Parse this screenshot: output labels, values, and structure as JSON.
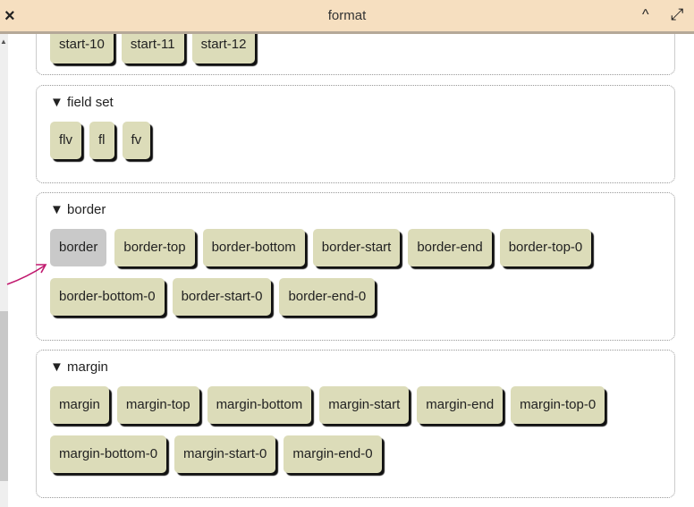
{
  "window": {
    "title": "format",
    "close_icon": "×",
    "collapse_icon": "^",
    "maximize_icon": "⤢"
  },
  "sections": [
    {
      "buttons": [
        "start-10",
        "start-11",
        "start-12"
      ]
    },
    {
      "label": "▼ field set",
      "buttons": [
        "flv",
        "fl",
        "fv"
      ]
    },
    {
      "label": "▼ border",
      "buttons": [
        "border",
        "border-top",
        "border-bottom",
        "border-start",
        "border-end",
        "border-top-0",
        "border-bottom-0",
        "border-start-0",
        "border-end-0"
      ],
      "active": "border"
    },
    {
      "label": "▼ margin",
      "buttons": [
        "margin",
        "margin-top",
        "margin-bottom",
        "margin-start",
        "margin-end",
        "margin-top-0",
        "margin-bottom-0",
        "margin-start-0",
        "margin-end-0"
      ]
    }
  ],
  "colors": {
    "button": "#dcdcb9",
    "active": "#c9c9c9",
    "titlebar": "#f6dfc0",
    "annotation": "#c0186e"
  }
}
